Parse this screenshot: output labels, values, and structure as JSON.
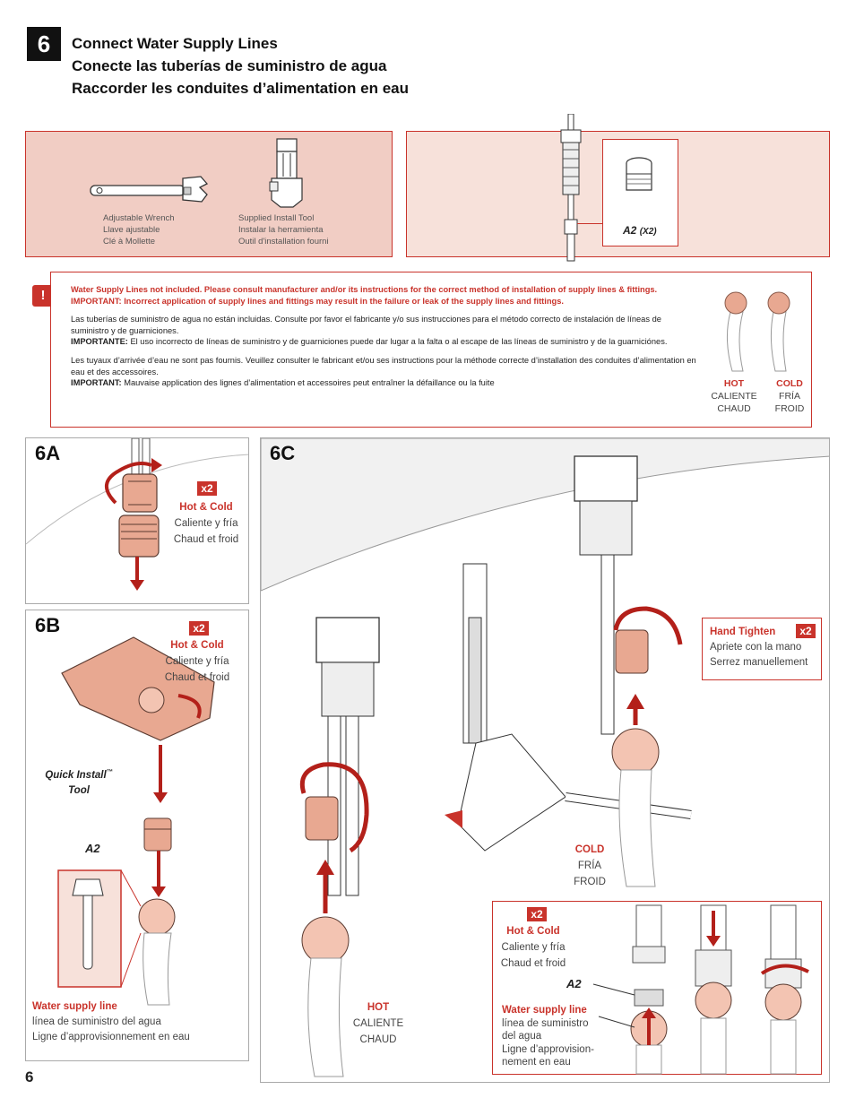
{
  "step": {
    "number": "6",
    "title_en": "Connect Water Supply Lines",
    "title_es": "Conecte las tuberías de suministro de agua",
    "title_fr": "Raccorder les conduites d’alimentation en eau"
  },
  "tools": {
    "wrench": {
      "l1": "Adjustable Wrench",
      "l2": "Llave ajustable",
      "l3": "Clé à Mollette"
    },
    "install_tool": {
      "l1": "Supplied Install  Tool",
      "l2": "Instalar la herramienta",
      "l3": "Outil d'installation fourni"
    }
  },
  "parts": {
    "label": "A2",
    "qty": "(X2)"
  },
  "warning": {
    "icon": "!",
    "en1": "Water Supply Lines not included.  Please consult manufacturer and/or its instructions for the correct method of installation of supply lines & fittings.",
    "en2": "IMPORTANT:  Incorrect application of supply lines and fittings may result in the failure or leak of the supply lines and fittings.",
    "es1": "Las tuberías de suministro de agua no están incluidas. Consulte por favor el fabricante y/o sus instrucciones para el método correcto de instalación de líneas de suministro y de guarniciones.",
    "es2_label": "IMPORTANTE:",
    "es2": "  El uso incorrecto de líneas de suministro y de guarniciones puede dar lugar a la falta o al escape de las líneas de suministro y de la guarniciónes.",
    "fr1": "Les tuyaux d’arrivée d’eau ne sont pas fournis. Veuillez consulter le fabricant et/ou ses instructions pour la méthode correcte d’installation des conduites d’alimentation en eau et des accessoires.",
    "fr2_label": "IMPORTANT:",
    "fr2": " Mauvaise application des lignes d’alimentation et accessoires peut entraîner la défaillance ou la fuite",
    "hot": {
      "en": "HOT",
      "es": "CALIENTE",
      "fr": "CHAUD"
    },
    "cold": {
      "en": "COLD",
      "es": "FRÍA",
      "fr": "FROID"
    }
  },
  "panel6a": {
    "label": "6A",
    "x2": "x2",
    "l1": "Hot & Cold",
    "l2": "Caliente y fría",
    "l3": "Chaud et froid"
  },
  "panel6b": {
    "label": "6B",
    "x2": "x2",
    "l1": "Hot & Cold",
    "l2": "Caliente y fría",
    "l3": "Chaud et froid",
    "tool_name": "Quick Install",
    "tool_tm": "™",
    "tool_name2": "Tool",
    "a2": "A2",
    "supply1": "Water supply line",
    "supply2": "línea de suministro del agua",
    "supply3": "Ligne d’approvisionnement en eau"
  },
  "panel6c": {
    "label": "6C",
    "hand1": "Hand Tighten",
    "hand2": "Apriete con la mano",
    "hand3": "Serrez manuellement",
    "x2": "x2",
    "cold": {
      "en": "COLD",
      "es": "FRÍA",
      "fr": "FROID"
    },
    "hot": {
      "en": "HOT",
      "es": "CALIENTE",
      "fr": "CHAUD"
    },
    "inset": {
      "x2": "x2",
      "l1": "Hot & Cold",
      "l2": "Caliente y fría",
      "l3": "Chaud et froid",
      "a2": "A2",
      "supply1": "Water supply line",
      "supply2": "línea de suministro",
      "supply3": "del agua",
      "supply4": "Ligne d’approvision-",
      "supply5": "nement en eau"
    }
  },
  "page_number": "6",
  "colors": {
    "accent": "#c9332b",
    "pink_fill": "#f1cdc4",
    "fitting": "#e8a891"
  }
}
